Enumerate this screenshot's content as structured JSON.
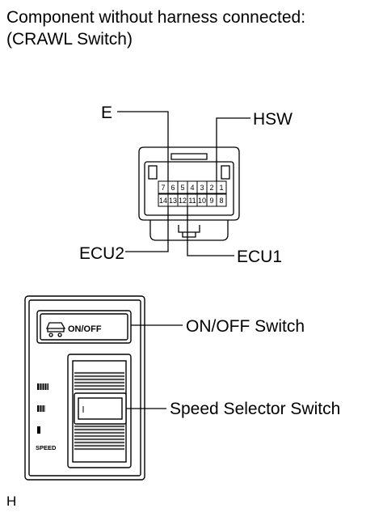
{
  "heading": {
    "line1": "Component without harness connected:",
    "line2": "(CRAWL Switch)"
  },
  "connector": {
    "label_e": "E",
    "label_hsw": "HSW",
    "label_ecu2": "ECU2",
    "label_ecu1": "ECU1",
    "pins_top": [
      "7",
      "6",
      "5",
      "4",
      "3",
      "2",
      "1"
    ],
    "pins_bottom": [
      "14",
      "13",
      "12",
      "11",
      "10",
      "9",
      "8"
    ]
  },
  "switch_panel": {
    "on_off_button_text": "ON/OFF",
    "on_off_label": "ON/OFF Switch",
    "speed_selector_label": "Speed Selector Switch",
    "speed_text": "SPEED"
  },
  "figure_code": "H"
}
